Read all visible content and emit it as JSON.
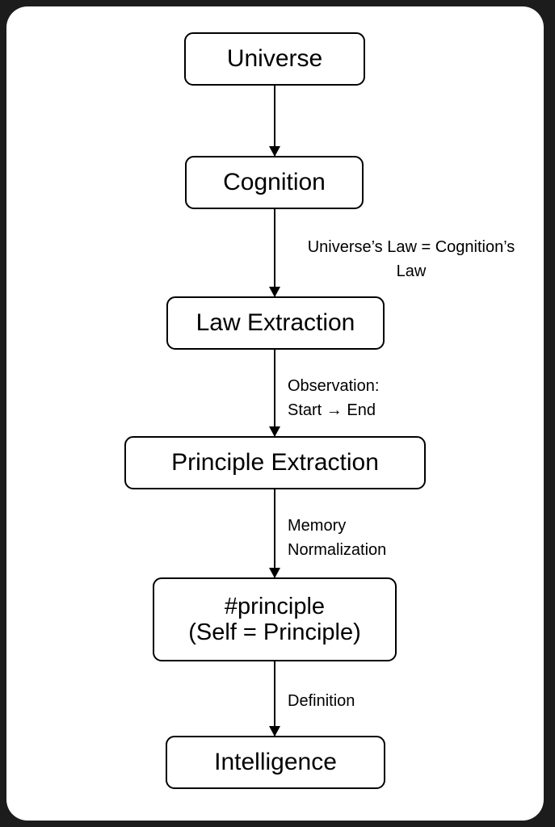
{
  "diagram": {
    "title": "Universe to Intelligence flow",
    "background_color": "#1c1c1c",
    "card_color": "#ffffff",
    "stroke_color": "#000000",
    "nodes": [
      {
        "id": "universe",
        "label": "Universe"
      },
      {
        "id": "cognition",
        "label": "Cognition"
      },
      {
        "id": "law",
        "label": "Law Extraction"
      },
      {
        "id": "principle",
        "label": "Principle Extraction"
      },
      {
        "id": "hashprin",
        "label_line1": "#principle",
        "label_line2": "(Self = Principle)"
      },
      {
        "id": "intelligence",
        "label": "Intelligence"
      }
    ],
    "edges": [
      {
        "id": "e1",
        "from": "universe",
        "to": "cognition",
        "label_line1": "",
        "label_line2": ""
      },
      {
        "id": "e2",
        "from": "cognition",
        "to": "law",
        "label_line1": "Universe’s Law = Cognition’s",
        "label_line2": "Law"
      },
      {
        "id": "e3",
        "from": "law",
        "to": "principle",
        "label_line1": "Observation:",
        "label_line2": "Start → End"
      },
      {
        "id": "e4",
        "from": "principle",
        "to": "hashprin",
        "label_line1": "Memory",
        "label_line2": "Normalization"
      },
      {
        "id": "e5",
        "from": "hashprin",
        "to": "intelligence",
        "label_line1": "Definition",
        "label_line2": ""
      }
    ]
  }
}
